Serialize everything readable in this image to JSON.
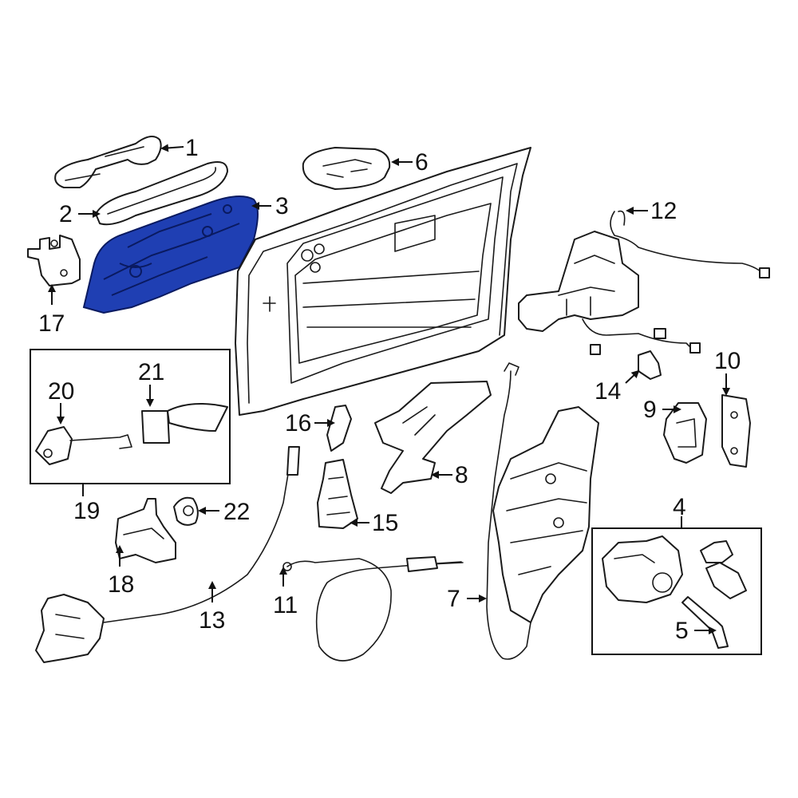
{
  "diagram": {
    "highlight_color": "#1f3fb3",
    "line_color": "#1a1a1a",
    "background": "#ffffff",
    "highlighted_part": "3",
    "callouts": {
      "c1": "1",
      "c2": "2",
      "c3": "3",
      "c4": "4",
      "c5": "5",
      "c6": "6",
      "c7": "7",
      "c8": "8",
      "c9": "9",
      "c10": "10",
      "c11": "11",
      "c12": "12",
      "c13": "13",
      "c14": "14",
      "c15": "15",
      "c16": "16",
      "c17": "17",
      "c18": "18",
      "c19": "19",
      "c20": "20",
      "c21": "21",
      "c22": "22"
    }
  }
}
